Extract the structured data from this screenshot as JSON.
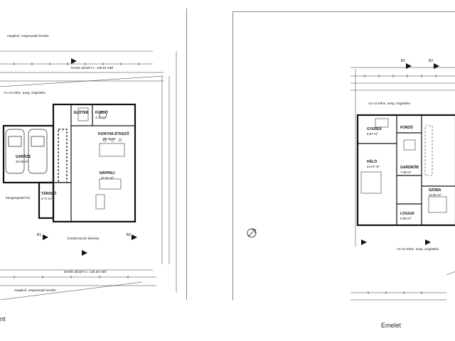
{
  "captions": {
    "left": "nt",
    "right": "Emelet"
  },
  "ground": {
    "rooms": [
      {
        "id": "garage",
        "name": "GARÁZS",
        "area": "32.00 m²"
      },
      {
        "id": "kitchen",
        "name": "KONYHA-ÉTKEZŐ",
        "area": "20.45 m²"
      },
      {
        "id": "living",
        "name": "NAPPALI",
        "area": "27.91 m²"
      },
      {
        "id": "storage",
        "name": "TÁROLÓ",
        "area": "6.71 m²"
      },
      {
        "id": "bath",
        "name": "FÜRDŐ",
        "area": "4.37 m²"
      },
      {
        "id": "hall",
        "name": "ELŐTÉR",
        "area": ""
      }
    ],
    "notes": {
      "top1": "megtévő, megmaradó kerítés",
      "top2": "kerítés alsóél f.v.: 128.61 mBf",
      "hedge": "hangszigetelő fal",
      "chimney": "kondenzációs kémény",
      "bottom1": "kerítés alsóél f.v.: 128.26 mBf",
      "bottom2": "megtévő, megmaradó kerítés",
      "sign": "A1-A2 Kétm. üveg. szigetelés"
    },
    "markers": [
      "B1",
      "B2"
    ]
  },
  "upper": {
    "rooms": [
      {
        "id": "bedroom1",
        "name": "HÁLÓ",
        "area": "24.67 m²"
      },
      {
        "id": "bath2",
        "name": "FÜRDŐ",
        "area": ""
      },
      {
        "id": "child",
        "name": "GYEREK",
        "area": "6.57 m²"
      },
      {
        "id": "wardrobe",
        "name": "GARDRÓB",
        "area": "7.38 m²"
      },
      {
        "id": "loggia",
        "name": "LOGGIA",
        "area": "6.65 m²"
      },
      {
        "id": "bedroom2",
        "name": "SZOBA",
        "area": "11.80 m²"
      }
    ],
    "sign": "A1-A2 Kétm. üveg. szigetelés",
    "markers": [
      "B1",
      "B2"
    ]
  }
}
